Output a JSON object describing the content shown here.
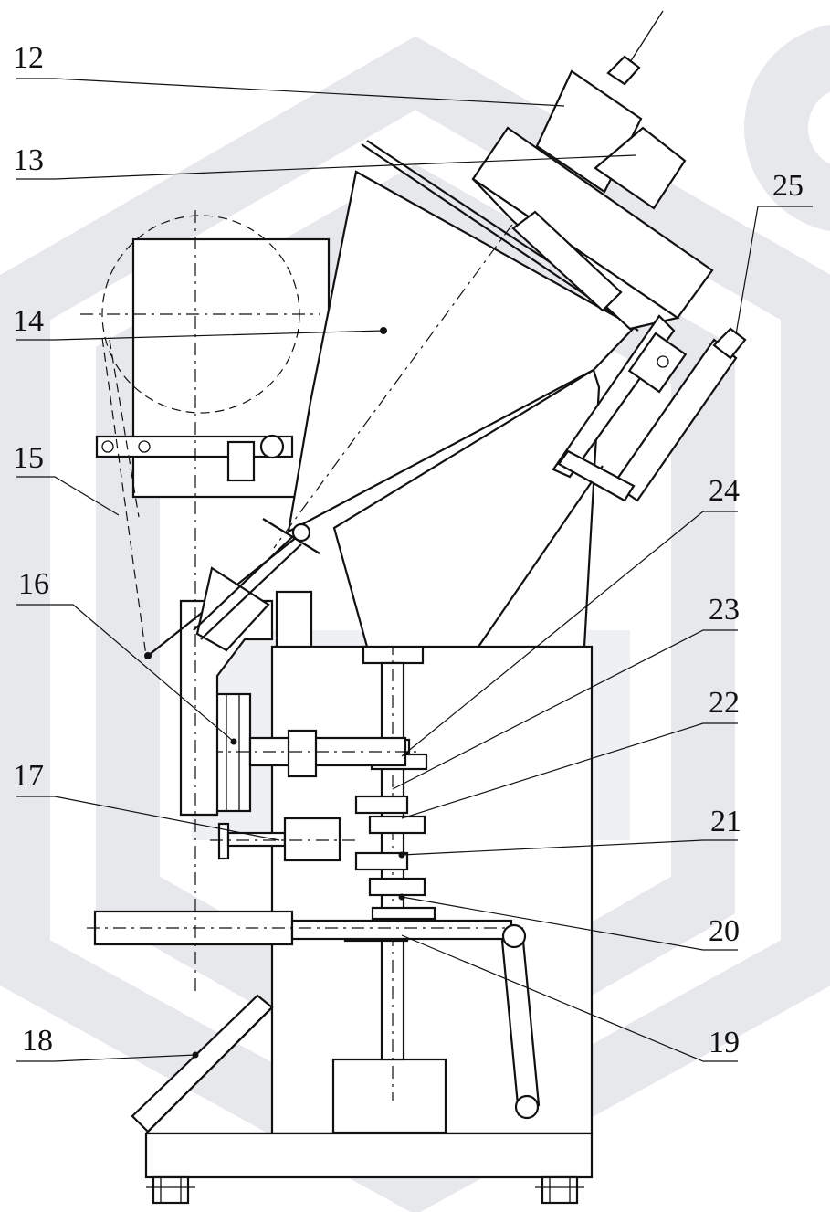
{
  "diagram": {
    "labels": [
      {
        "id": "12",
        "text": "12"
      },
      {
        "id": "13",
        "text": "13"
      },
      {
        "id": "14",
        "text": "14"
      },
      {
        "id": "15",
        "text": "15"
      },
      {
        "id": "16",
        "text": "16"
      },
      {
        "id": "17",
        "text": "17"
      },
      {
        "id": "18",
        "text": "18"
      },
      {
        "id": "19",
        "text": "19"
      },
      {
        "id": "20",
        "text": "20"
      },
      {
        "id": "21",
        "text": "21"
      },
      {
        "id": "22",
        "text": "22"
      },
      {
        "id": "23",
        "text": "23"
      },
      {
        "id": "24",
        "text": "24"
      },
      {
        "id": "25",
        "text": "25"
      }
    ]
  },
  "colors": {
    "line": "#111111",
    "watermark": "#e6e8ec",
    "background": "#ffffff"
  }
}
